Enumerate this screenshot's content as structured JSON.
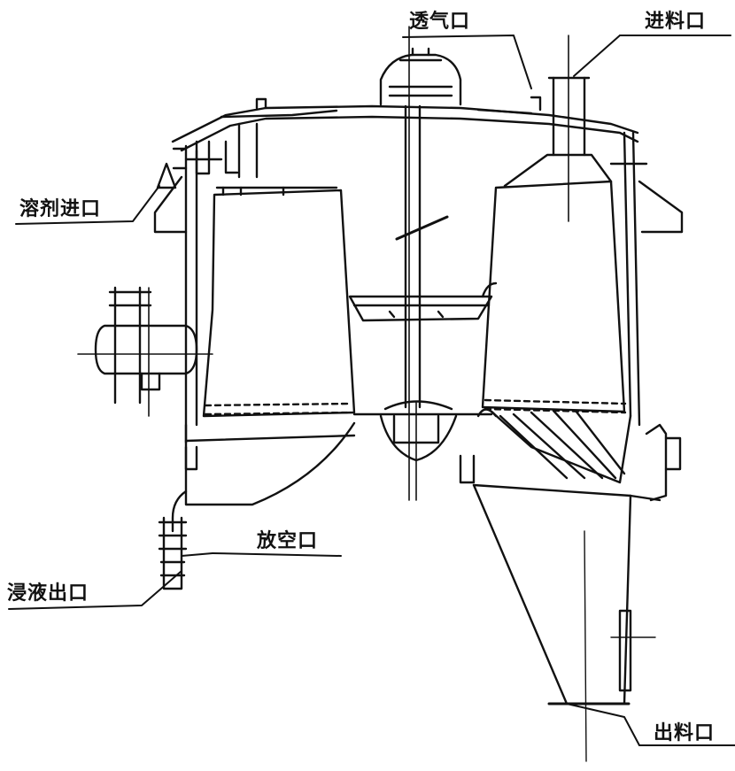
{
  "labels": {
    "vent": "透气口",
    "feed_inlet": "进料口",
    "solvent_inlet": "溶剂进口",
    "drain_vent": "放空口",
    "leachate_outlet": "浸液出口",
    "discharge_outlet": "出料口"
  },
  "style": {
    "line_color": "#111111",
    "background": "#ffffff"
  }
}
